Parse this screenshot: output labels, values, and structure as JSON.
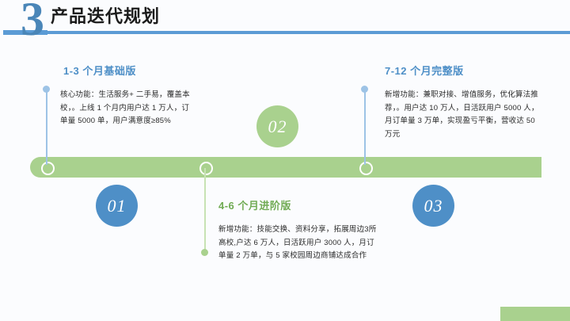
{
  "header": {
    "number": "3",
    "title": "产品迭代规划"
  },
  "theme": {
    "blue": "#4e8fc7",
    "light_blue": "#9dc3e6",
    "green": "#a9d18e",
    "dark_green": "#71ab54",
    "rule_blue": "#5b9bd5",
    "background": "#fbfcfe",
    "text": "#2b2b2b"
  },
  "timeline": {
    "nodes": [
      {
        "name": "node-1",
        "marker": "ring-marker"
      },
      {
        "name": "node-2",
        "marker": "ring-marker"
      },
      {
        "name": "node-3",
        "marker": "ring-marker"
      }
    ],
    "markers": [
      {
        "label": "01",
        "color": "#4e8fc7"
      },
      {
        "label": "02",
        "color": "#a9d18e"
      },
      {
        "label": "03",
        "color": "#4e8fc7"
      }
    ]
  },
  "phases": [
    {
      "id": "phase-1",
      "title": "1-3 个月基础版",
      "body": "核心功能：生活服务+ 二手易，覆盖本校，。上线 1 个月内用户达 1 万人，订单量 5000 单，用户满意度≥85%",
      "color": "#4e8fc7"
    },
    {
      "id": "phase-2",
      "title": "4-6 个月进阶版",
      "body": "新增功能：技能交换、资料分享，拓展周边3所高校,户达 6 万人，日活跃用户 3000 人，月订单量 2 万单，与 5 家校园周边商铺达成合作",
      "color": "#71ab54"
    },
    {
      "id": "phase-3",
      "title": "7-12 个月完整版",
      "body": "新增功能：兼职对接、增值服务，优化算法推荐，。用户达 10 万人，日活跃用户 5000 人，月订单量 3 万单，实现盈亏平衡，营收达 50 万元",
      "color": "#4e8fc7"
    }
  ]
}
